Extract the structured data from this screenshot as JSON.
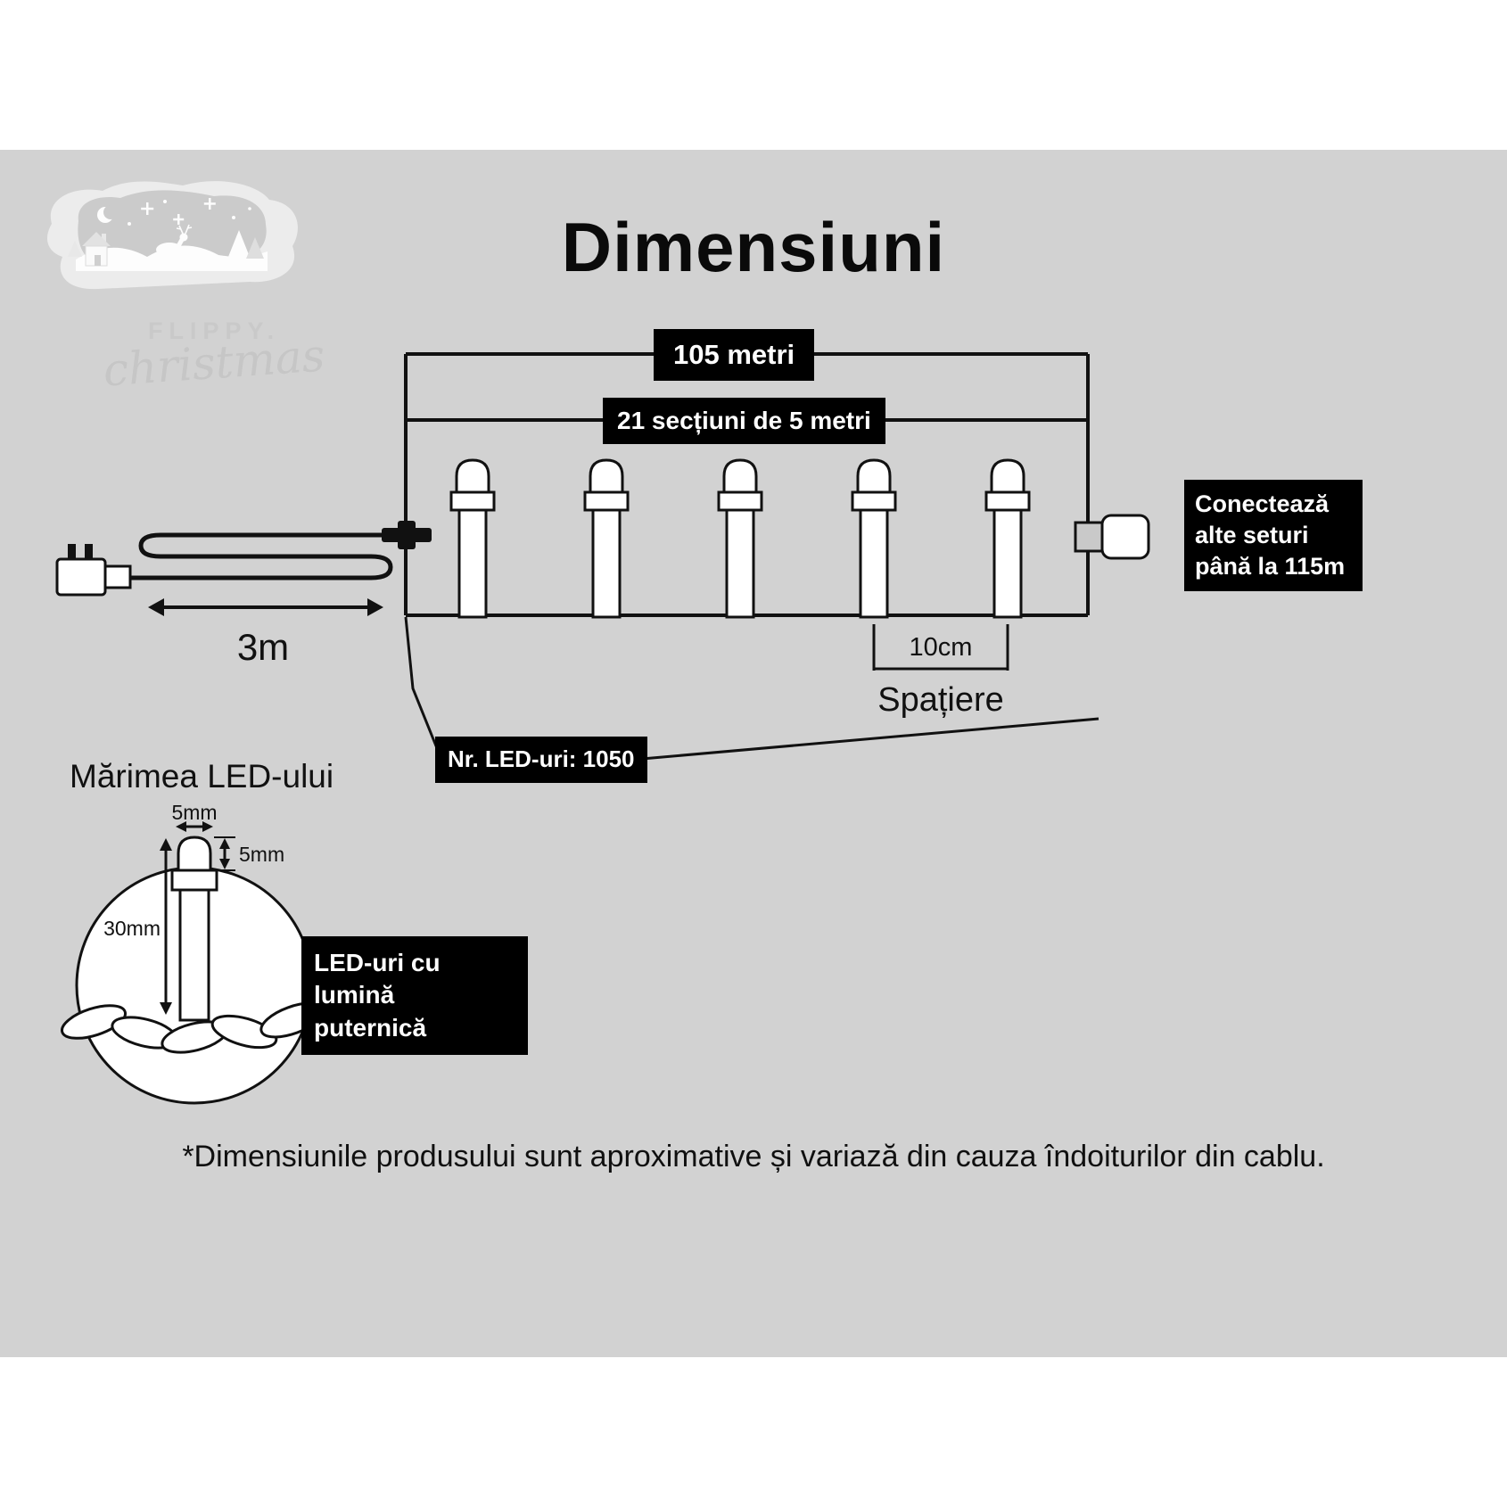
{
  "page": {
    "title": "Dimensiuni",
    "disclaimer": "*Dimensiunile produsului sunt aproximative și variază din cauza îndoiturilor din cablu."
  },
  "colors": {
    "stage_background": "#d2d2d2",
    "label_background": "#000000",
    "label_text": "#ffffff",
    "line": "#111111"
  },
  "logo": {
    "brand_primary": "FLIPPY.",
    "brand_secondary": "christmas"
  },
  "diagram": {
    "total_length": "105 metri",
    "sections": "21 secțiuni de 5 metri",
    "lead_length": "3m",
    "led_count": "Nr. LED-uri: 1050",
    "spacing_value": "10cm",
    "spacing_label": "Spațiere",
    "connector_note_lines": [
      "Conectează",
      "alte seturi",
      "până la 115m"
    ]
  },
  "led_size": {
    "heading": "Mărimea LED-ului",
    "tip_width": "5mm",
    "tip_height": "5mm",
    "body_height": "30mm",
    "note_lines": [
      "LED-uri cu lumină",
      "puternică"
    ]
  }
}
